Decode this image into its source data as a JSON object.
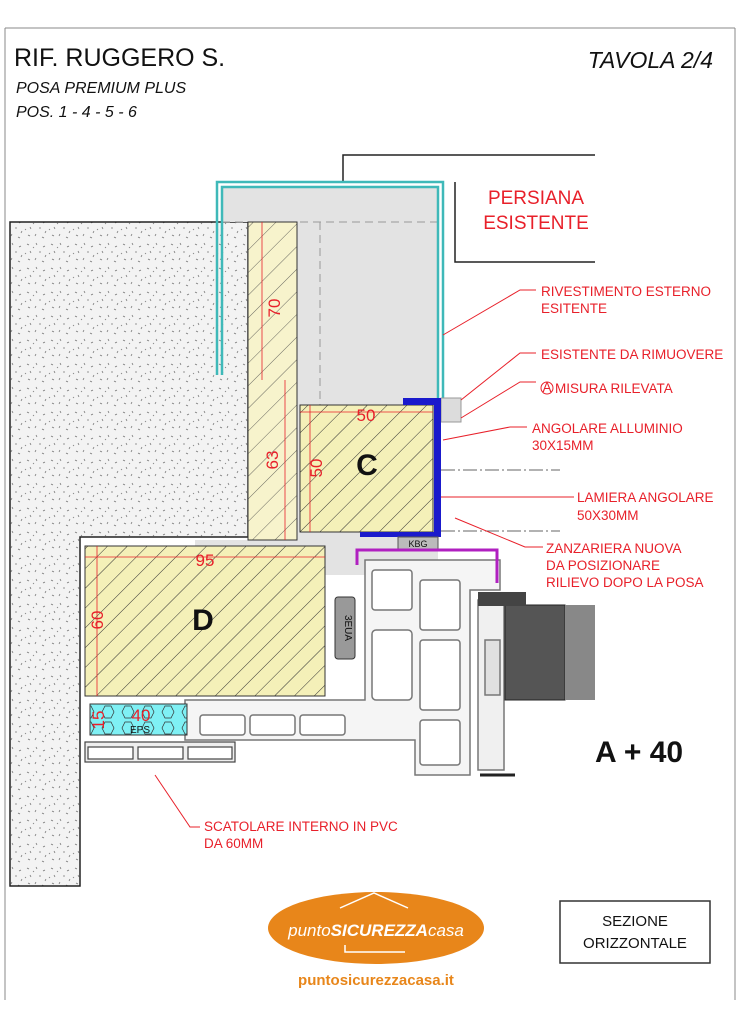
{
  "header": {
    "title": "RIF. RUGGERO S.",
    "subtitle1": "POSA PREMIUM PLUS",
    "subtitle2": "POS. 1 - 4 - 5 - 6",
    "sheet": "TAVOLA 2/4"
  },
  "drawing": {
    "persiana": [
      "PERSIANA",
      "ESISTENTE"
    ],
    "block_c": "C",
    "block_d": "D",
    "dims": {
      "d70": "70",
      "d63": "63",
      "c50w": "50",
      "c50h": "50",
      "d95": "95",
      "d60": "60",
      "d40": "40",
      "d15": "15"
    },
    "eps": "EPS",
    "seal": "3EUA",
    "kbg": "KBG",
    "formula": "A + 40",
    "colors": {
      "annotation": "#e8202a",
      "aluminium": "#1a1acc",
      "mosquito_net": "#b020c0",
      "cladding": "#5cc8c8",
      "wood": "#f4f0b8"
    }
  },
  "annotations": [
    {
      "lines": [
        "RIVESTIMENTO ESTERNO",
        "ESITENTE"
      ]
    },
    {
      "lines": [
        "ESISTENTE DA RIMUOVERE"
      ]
    },
    {
      "marker": "A",
      "lines": [
        "MISURA RILEVATA"
      ]
    },
    {
      "lines": [
        "ANGOLARE ALLUMINIO",
        "30X15MM"
      ]
    },
    {
      "lines": [
        "LAMIERA ANGOLARE",
        "50X30MM"
      ]
    },
    {
      "lines": [
        "ZANZARIERA NUOVA",
        "DA POSIZIONARE",
        "RILIEVO DOPO LA POSA"
      ]
    },
    {
      "lines": [
        "SCATOLARE INTERNO IN PVC",
        "DA 60MM"
      ]
    }
  ],
  "footer": {
    "logo_text": {
      "a": "punto",
      "b": "SICUREZZA",
      "c": "casa"
    },
    "website": "puntosicurezzacasa.it",
    "section_label": [
      "SEZIONE",
      "ORIZZONTALE"
    ]
  }
}
